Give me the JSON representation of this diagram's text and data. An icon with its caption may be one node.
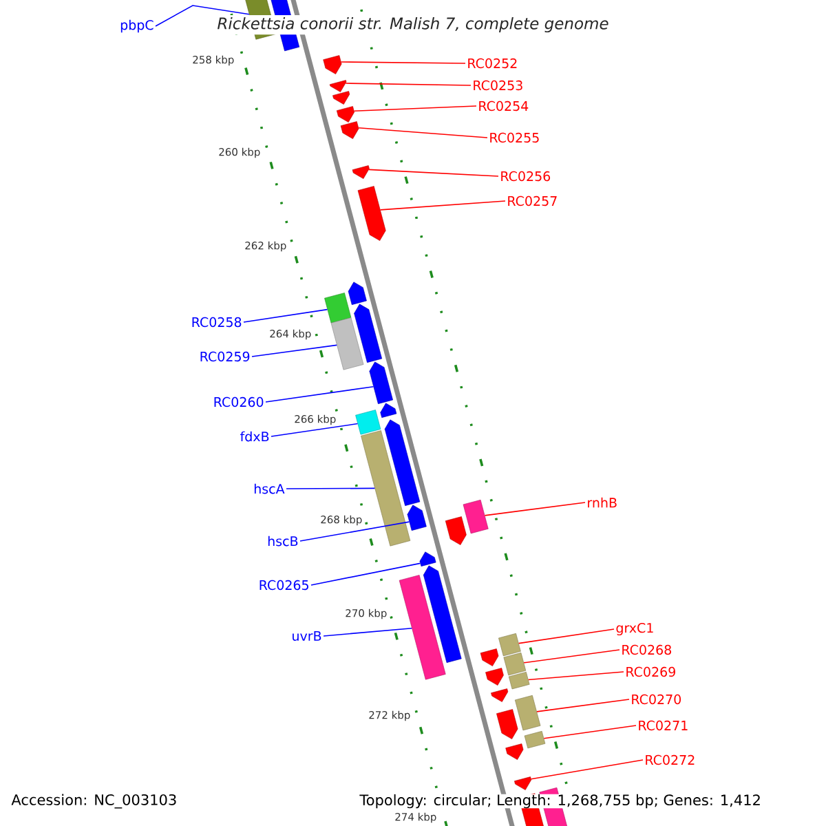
{
  "diagram": {
    "title": "Rickettsia conorii str. Malish 7, complete genome",
    "nodes": [
      {
        "text": [
          "pbpC"
        ]
      },
      {
        "text": [
          "RC0252"
        ]
      },
      {
        "text": [
          "RC0253"
        ]
      },
      {
        "text": [
          "RC0254"
        ]
      },
      {
        "text": [
          "RC0255"
        ]
      },
      {
        "text": [
          "RC0256"
        ]
      },
      {
        "text": [
          "RC0257"
        ]
      },
      {
        "text": [
          "RC0258"
        ]
      },
      {
        "text": [
          "RC0259"
        ]
      },
      {
        "text": [
          "RC0260"
        ]
      },
      {
        "text": [
          "fdxB"
        ]
      },
      {
        "text": [
          "hscA"
        ]
      },
      {
        "text": [
          "hscB"
        ]
      },
      {
        "text": [
          "RC0265"
        ]
      },
      {
        "text": [
          "uvrB"
        ]
      },
      {
        "text": [
          "rnhB"
        ]
      },
      {
        "text": [
          "grxC1"
        ]
      },
      {
        "text": [
          "RC0268"
        ]
      },
      {
        "text": [
          "RC0269"
        ]
      },
      {
        "text": [
          "RC0270"
        ]
      },
      {
        "text": [
          "RC0271"
        ]
      },
      {
        "text": [
          "RC0272"
        ]
      },
      {
        "text": [],
        "shape": "bar"
      },
      {
        "text": [],
        "shape": "bar"
      },
      {
        "text": [],
        "shape": "pentagon"
      },
      {
        "text": [],
        "shape": "pentagon"
      },
      {
        "text": [],
        "shape": "pentagon"
      },
      {
        "text": [],
        "shape": "pentagon"
      },
      {
        "text": [],
        "shape": "pentagon"
      },
      {
        "text": [],
        "shape": "pentagon"
      },
      {
        "text": [],
        "shape": "pentagon"
      },
      {
        "text": [],
        "shape": "pentagon"
      },
      {
        "text": [],
        "shape": "bar"
      },
      {
        "text": [],
        "shape": "pentagon"
      },
      {
        "text": [],
        "shape": "bar"
      },
      {
        "text": [],
        "shape": "pentagon"
      },
      {
        "text": [],
        "shape": "bar"
      },
      {
        "text": [],
        "shape": "pentagon"
      },
      {
        "text": [],
        "shape": "pentagon"
      },
      {
        "text": [],
        "shape": "bar"
      },
      {
        "text": [],
        "shape": "pentagon"
      },
      {
        "text": [],
        "shape": "bar"
      },
      {
        "text": [],
        "shape": "pentagon"
      },
      {
        "text": [],
        "shape": "pentagon"
      },
      {
        "text": [],
        "shape": "pentagon"
      },
      {
        "text": [],
        "shape": "bar"
      },
      {
        "text": [],
        "shape": "bar"
      },
      {
        "text": [],
        "shape": "pentagon"
      },
      {
        "text": [],
        "shape": "bar"
      },
      {
        "text": [],
        "shape": "pentagon"
      },
      {
        "text": [],
        "shape": "bar"
      },
      {
        "text": [],
        "shape": "pentagon"
      },
      {
        "text": [],
        "shape": "bar"
      },
      {
        "text": [],
        "shape": "pentagon"
      },
      {
        "text": [],
        "shape": "bar"
      },
      {
        "text": [],
        "shape": "pentagon"
      },
      {
        "text": [],
        "shape": "pentagon"
      },
      {
        "text": [],
        "shape": "bar"
      },
      {
        "text": [],
        "shape": "bar"
      }
    ],
    "edges": [
      {
        "from": 0,
        "to": 22,
        "arrow": "none",
        "color": "#0000ff"
      },
      {
        "from": 1,
        "to": 24,
        "arrow": "none"
      },
      {
        "from": 2,
        "to": 25,
        "arrow": "none"
      },
      {
        "from": 3,
        "to": 27,
        "arrow": "none"
      },
      {
        "from": 4,
        "to": 28,
        "arrow": "none"
      },
      {
        "from": 5,
        "to": 29,
        "arrow": "none"
      },
      {
        "from": 6,
        "to": 30,
        "arrow": "none"
      },
      {
        "from": 7,
        "to": 32,
        "arrow": "none",
        "color": "#0000ff"
      },
      {
        "from": 8,
        "to": 34,
        "arrow": "none",
        "color": "#0000ff"
      },
      {
        "from": 9,
        "to": 35,
        "arrow": "none",
        "color": "#0000ff"
      },
      {
        "from": 10,
        "to": 36,
        "arrow": "none",
        "color": "#0000ff"
      },
      {
        "from": 11,
        "to": 39,
        "arrow": "none",
        "color": "#0000ff"
      },
      {
        "from": 12,
        "to": 40,
        "arrow": "none",
        "color": "#0000ff"
      },
      {
        "from": 13,
        "to": 43,
        "arrow": "none",
        "color": "#0000ff"
      },
      {
        "from": 14,
        "to": 45,
        "arrow": "none",
        "color": "#0000ff"
      },
      {
        "from": 15,
        "to": 41,
        "arrow": "none"
      },
      {
        "from": 16,
        "to": 46,
        "arrow": "none"
      },
      {
        "from": 17,
        "to": 48,
        "arrow": "none"
      },
      {
        "from": 18,
        "to": 50,
        "arrow": "none"
      },
      {
        "from": 19,
        "to": 52,
        "arrow": "none"
      },
      {
        "from": 20,
        "to": 54,
        "arrow": "none"
      },
      {
        "from": 21,
        "to": 56,
        "arrow": "none"
      }
    ],
    "labels": [
      "258 kbp",
      "260 kbp",
      "262 kbp",
      "264 kbp",
      "266 kbp",
      "268 kbp",
      "270 kbp",
      "272 kbp",
      "274 kbp",
      "Accession: NC_003103",
      "Topology: circular; Length: 1,268,755 bp; Genes: 1,412"
    ]
  }
}
